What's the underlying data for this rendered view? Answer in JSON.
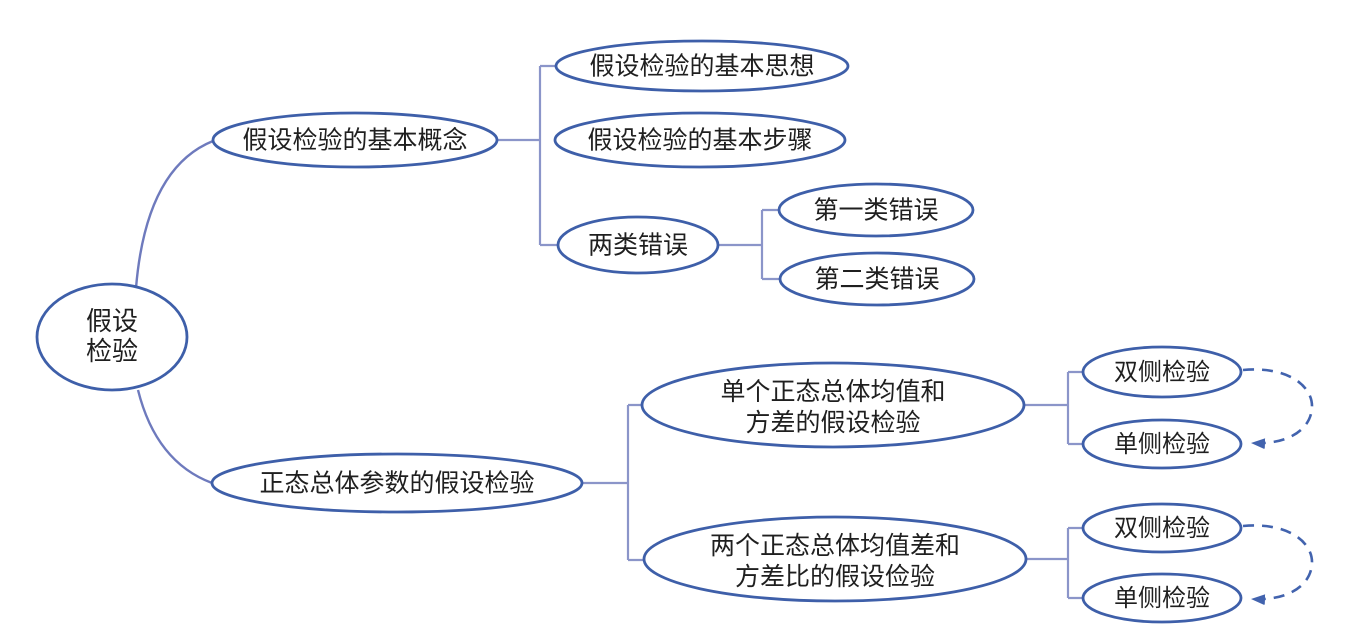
{
  "nodes": {
    "root": {
      "line1": "假设",
      "line2": "检验"
    },
    "basic_concepts": {
      "label": "假设检验的基本概念"
    },
    "basic_idea": {
      "label": "假设检验的基本思想"
    },
    "basic_steps": {
      "label": "假设检验的基本步骤"
    },
    "two_error_types": {
      "label": "两类错误"
    },
    "type1_error": {
      "label": "第一类错误"
    },
    "type2_error": {
      "label": "第二类错误"
    },
    "normal_param_test": {
      "label": "正态总体参数的假设检验"
    },
    "single_normal": {
      "line1": "单个正态总体均值和",
      "line2": "方差的假设检验"
    },
    "two_normal": {
      "line1": "两个正态总体均值差和",
      "line2": "方差比的假设俭验"
    },
    "single_two_sided": {
      "label": "双侧检验"
    },
    "single_one_sided": {
      "label": "单侧检验"
    },
    "two_two_sided": {
      "label": "双侧检验"
    },
    "two_one_sided": {
      "label": "单侧检验"
    }
  },
  "colors": {
    "node_stroke": "#3e5fa9",
    "connector": "#8b95c9",
    "root_branch_curve": "#6e7abd",
    "dashed_arrow": "#4263ae",
    "text": "#1f1f1f",
    "background": "#ffffff"
  }
}
